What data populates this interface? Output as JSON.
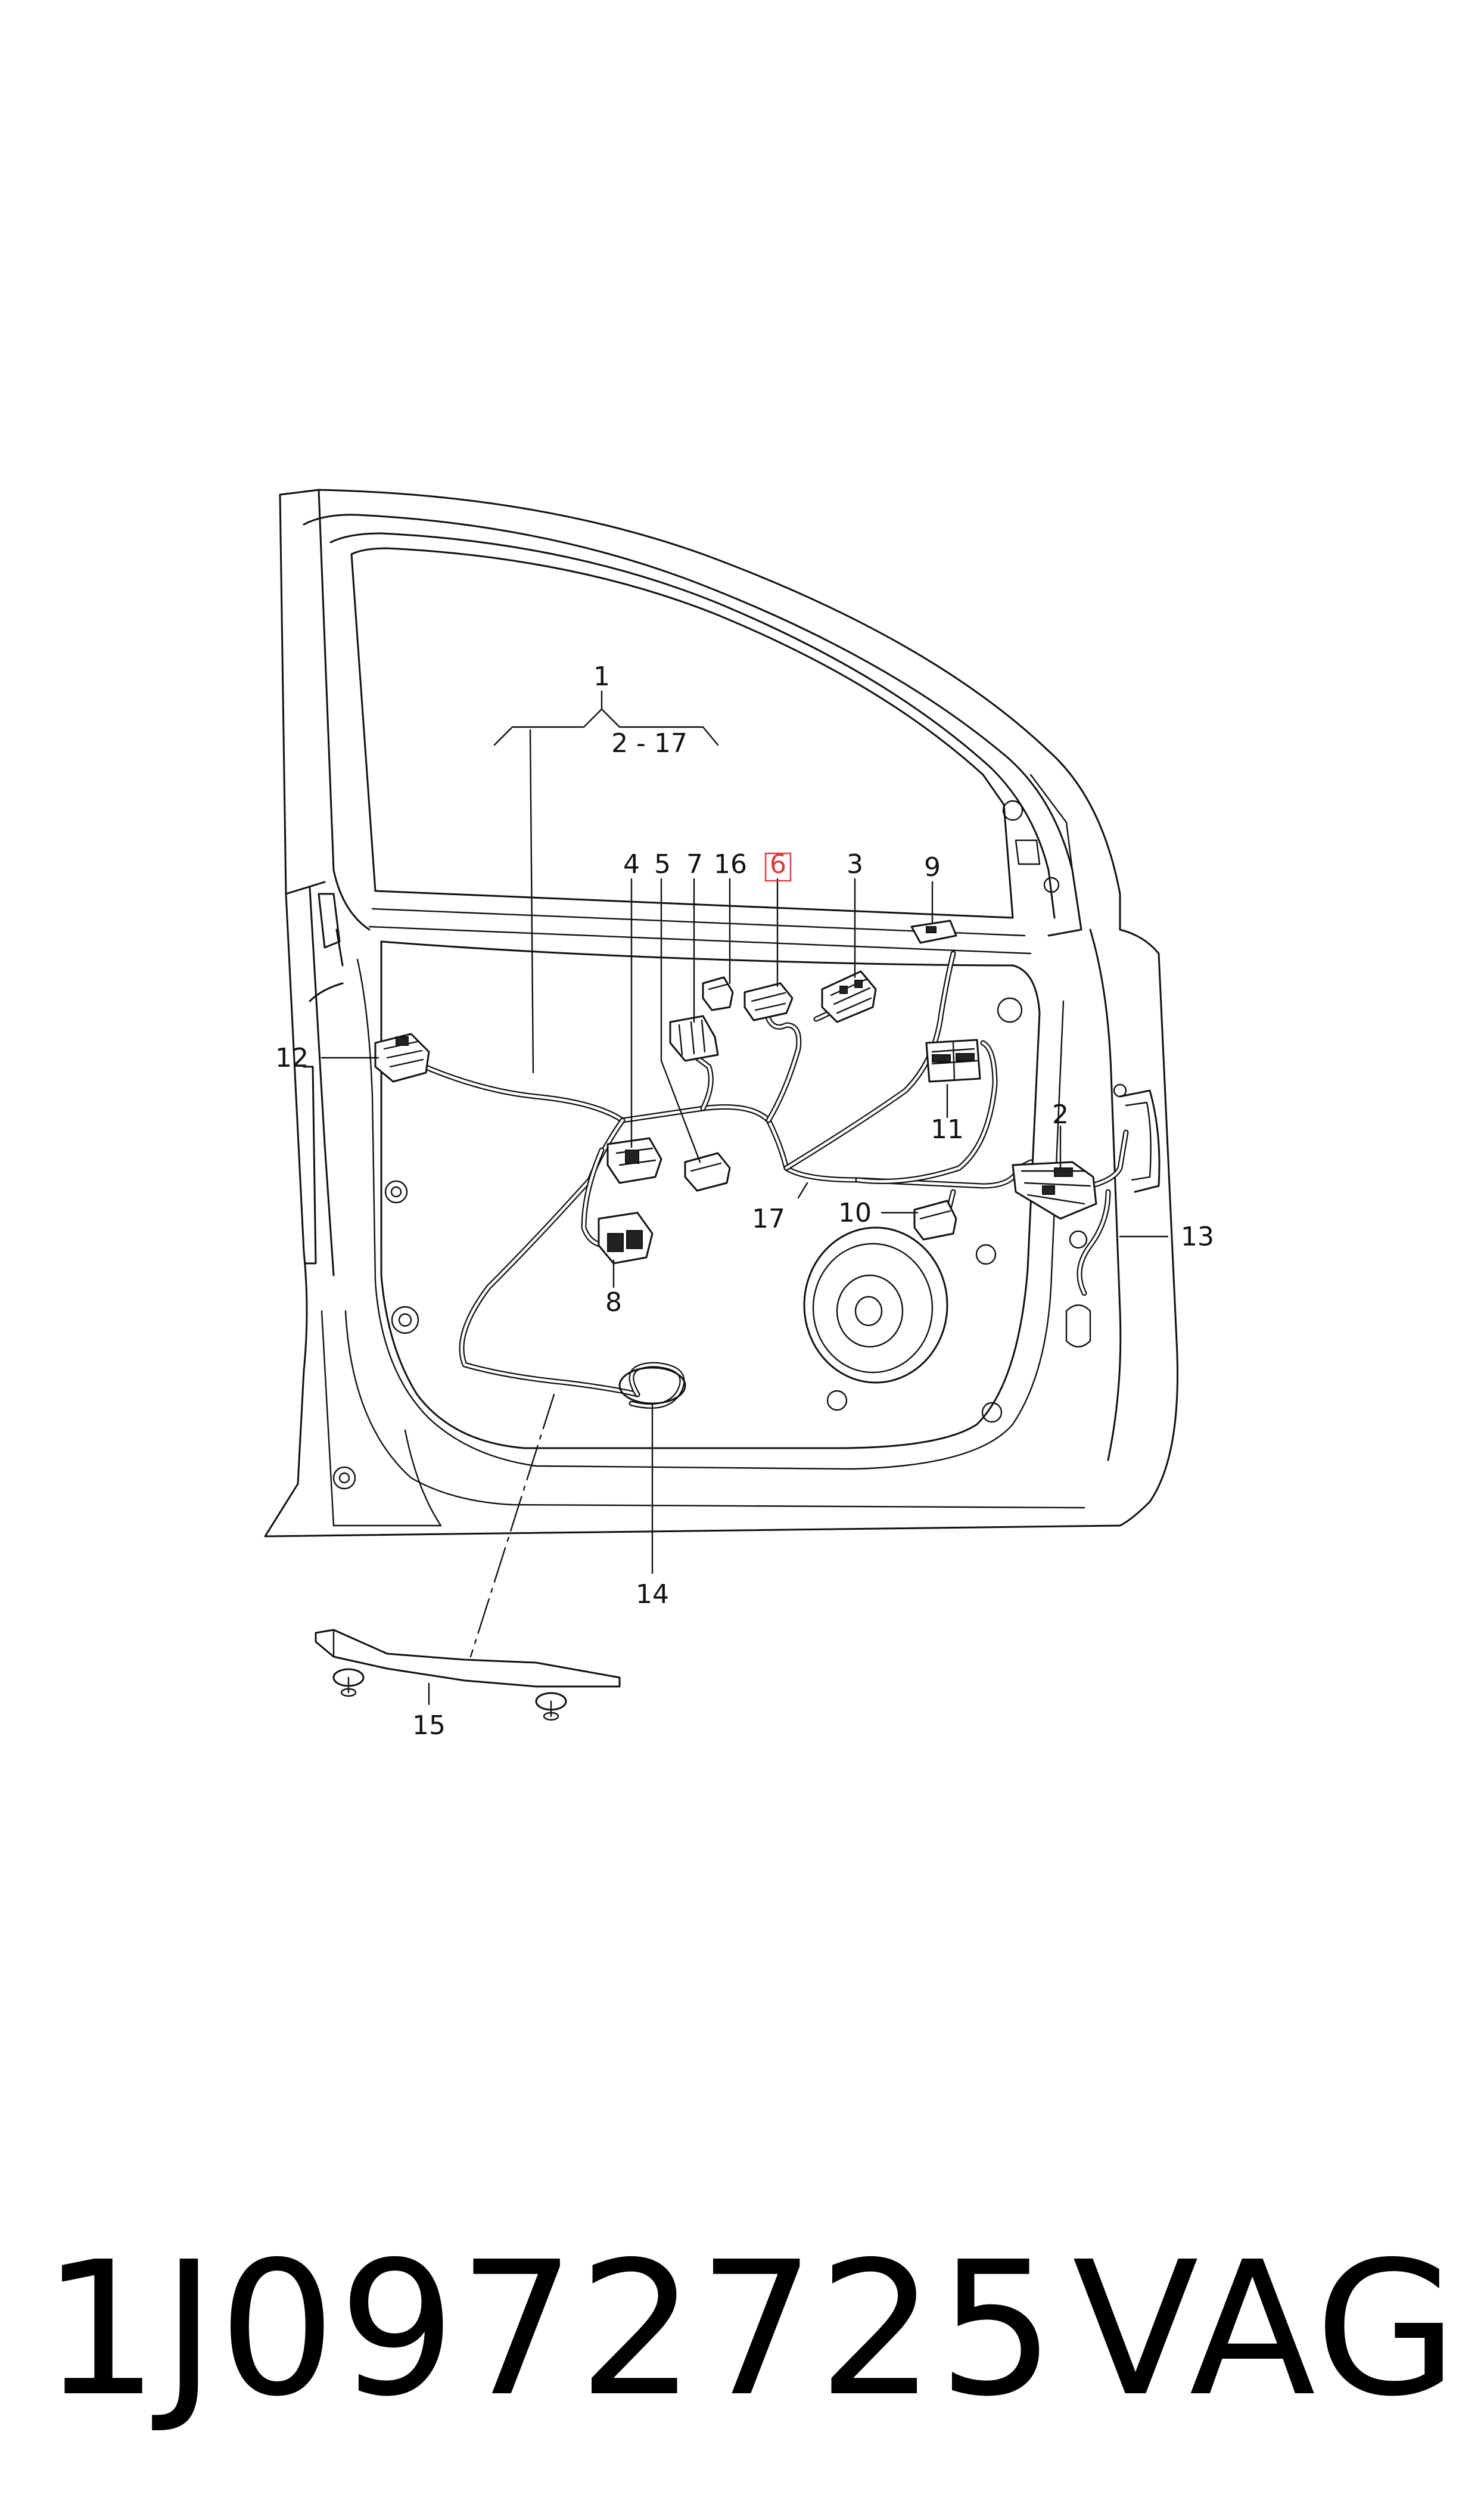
{
  "diagram": {
    "group_callout": {
      "label": "1",
      "range": "2 - 17"
    },
    "callouts": [
      {
        "id": "2",
        "label": "2"
      },
      {
        "id": "3",
        "label": "3"
      },
      {
        "id": "4",
        "label": "4"
      },
      {
        "id": "5",
        "label": "5"
      },
      {
        "id": "6",
        "label": "6",
        "highlighted": true
      },
      {
        "id": "7",
        "label": "7"
      },
      {
        "id": "8",
        "label": "8"
      },
      {
        "id": "9",
        "label": "9"
      },
      {
        "id": "10",
        "label": "10"
      },
      {
        "id": "11",
        "label": "11"
      },
      {
        "id": "12",
        "label": "12"
      },
      {
        "id": "13",
        "label": "13"
      },
      {
        "id": "14",
        "label": "14"
      },
      {
        "id": "15",
        "label": "15"
      },
      {
        "id": "16",
        "label": "16"
      },
      {
        "id": "17",
        "label": "17"
      }
    ],
    "highlight_color": "#e04040"
  },
  "footer": {
    "part_number": "1J0972725",
    "brand": "VAG"
  }
}
